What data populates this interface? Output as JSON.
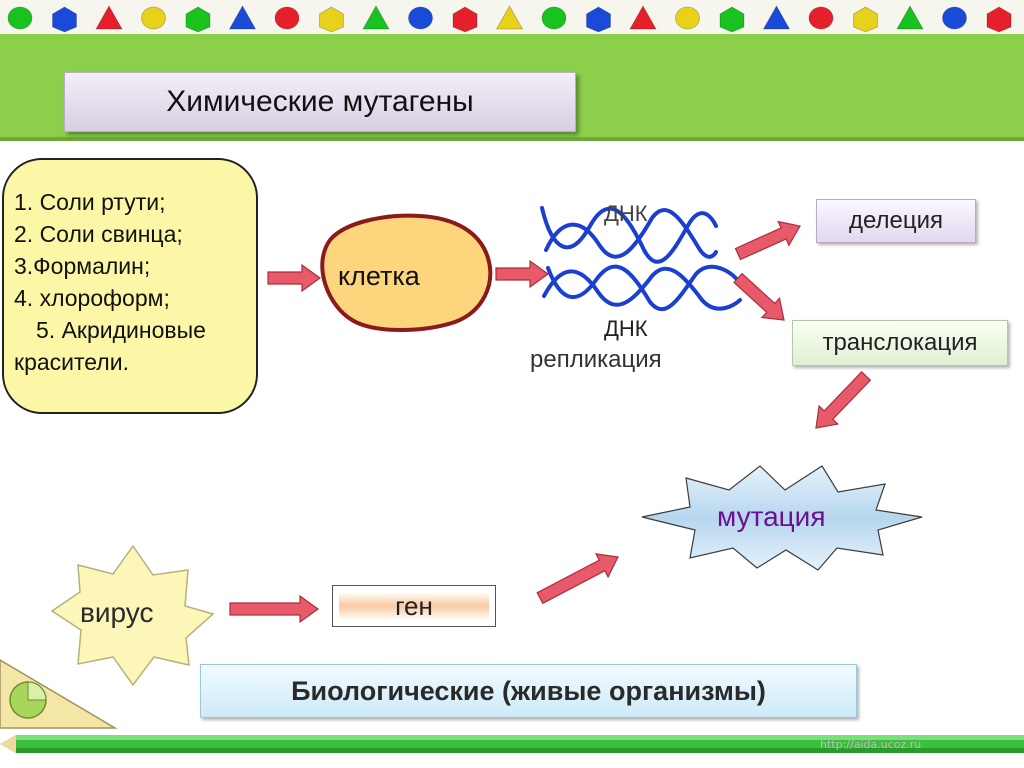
{
  "title": "Химические мутагены",
  "mutagens_list": [
    "1. Соли ртути;",
    "2. Соли свинца;",
    "3.Формалин;",
    "4. хлороформ;",
    "5. Акридиновые",
    "красители."
  ],
  "cell_label": "клетка",
  "dna_top_label": "ДНК",
  "dna_bottom_label": "ДНК",
  "replication_label": "репликация",
  "deletion_label": "делеция",
  "translocation_label": "транслокация",
  "mutation_label": "мутация",
  "virus_label": "вирус",
  "gene_label": "ген",
  "biological_label": "Биологические  (живые организмы)",
  "watermark": "http://aida.ucoz.ru",
  "colors": {
    "band_green": "#8ccf4a",
    "list_fill": "#fbf7a6",
    "cell_fill": "#fcd57c",
    "cell_stroke": "#8b1a1a",
    "arrow_fill": "#e8596a",
    "dna_blue": "#1a3fd1",
    "mutation_fill": "#c3dff2"
  },
  "icons": [
    "dna-helix-icon",
    "mutation-burst-icon",
    "virus-star-icon",
    "protractor-icon",
    "arrow-icon"
  ]
}
